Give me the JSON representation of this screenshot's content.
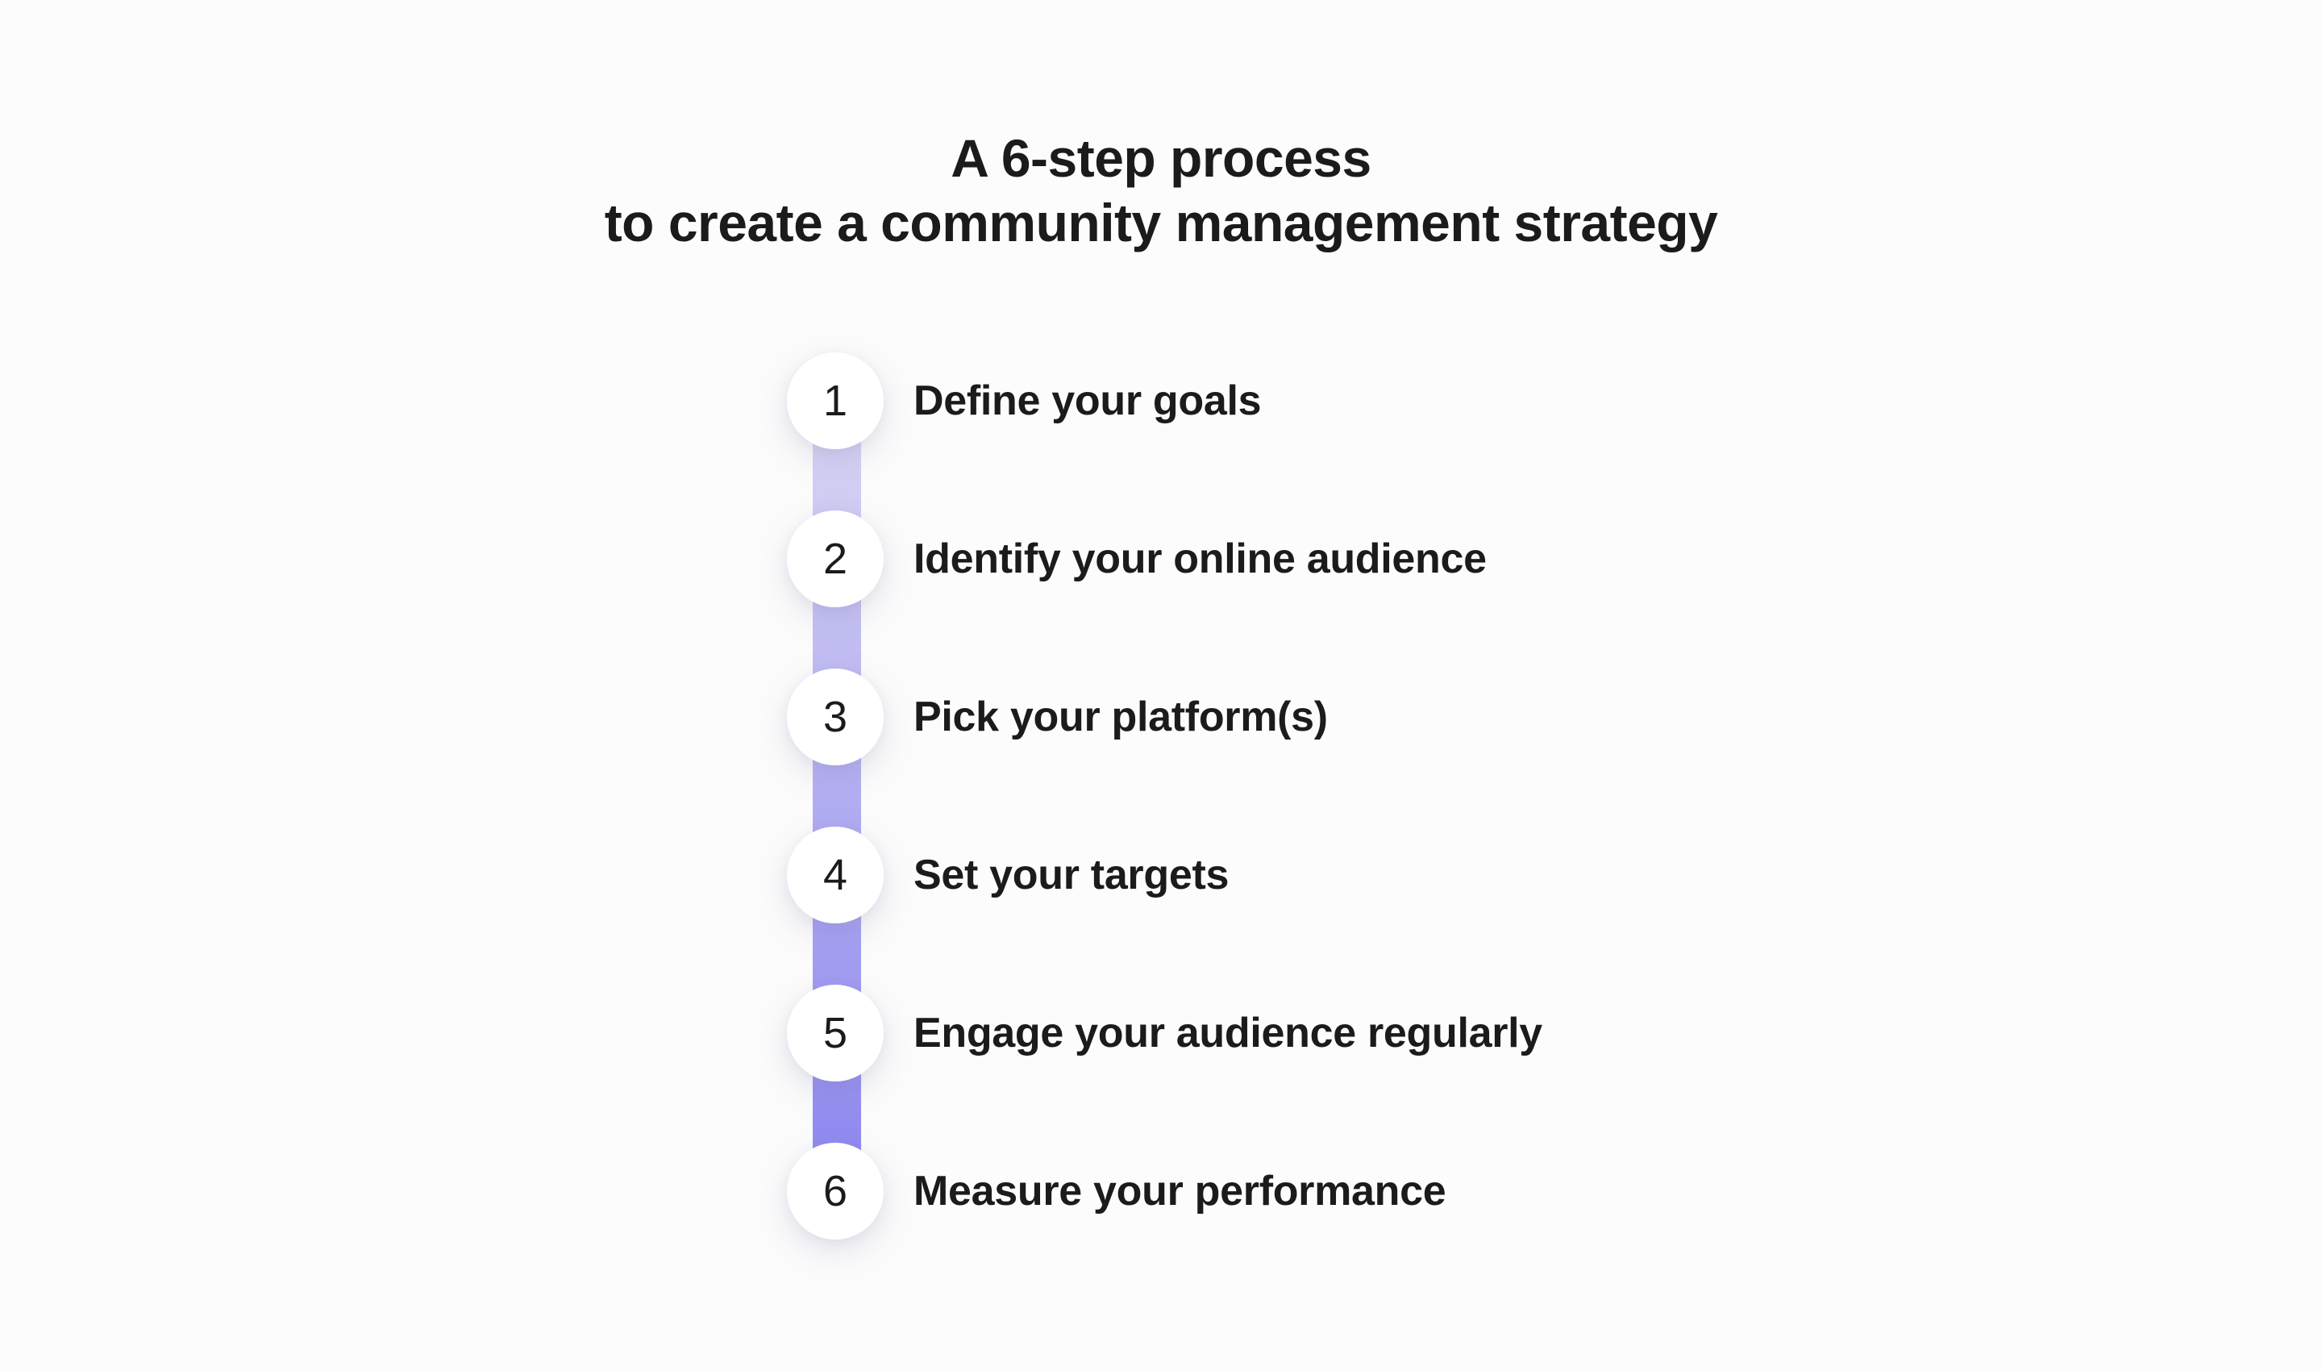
{
  "title": {
    "line1": "A 6-step process",
    "line2": "to create a community management strategy"
  },
  "steps": [
    {
      "number": "1",
      "label": "Define your goals"
    },
    {
      "number": "2",
      "label": "Identify your online audience"
    },
    {
      "number": "3",
      "label": "Pick your platform(s)"
    },
    {
      "number": "4",
      "label": "Set your targets"
    },
    {
      "number": "5",
      "label": "Engage your audience regularly"
    },
    {
      "number": "6",
      "label": "Measure your performance"
    }
  ],
  "colors": {
    "background": "#fcfcfc",
    "text": "#1b1b1d",
    "circle": "#ffffff",
    "connector_top": "#dad7f4",
    "connector_bottom": "#8c86f0"
  }
}
